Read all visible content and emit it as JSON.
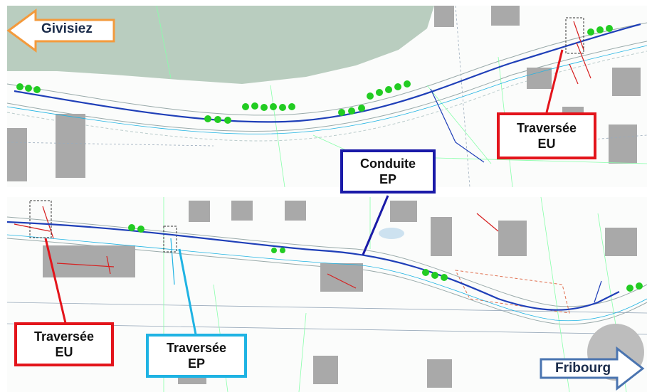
{
  "map": {
    "place_arrows": {
      "west": {
        "label": "Givisiez",
        "color": "#f39a3c"
      },
      "east": {
        "label": "Fribourg",
        "color": "#4a74b0"
      }
    },
    "labels": {
      "traversee_eu_top": {
        "line1": "Traversée",
        "line2": "EU",
        "color": "#e3141b"
      },
      "conduite_ep": {
        "line1": "Conduite",
        "line2": "EP",
        "color": "#1a1aa8"
      },
      "traversee_eu_bottom": {
        "line1": "Traversée",
        "line2": "EU",
        "color": "#e3141b"
      },
      "traversee_ep": {
        "line1": "Traversée",
        "line2": "EP",
        "color": "#1fb3e3"
      }
    },
    "colors": {
      "pipe": "#1f3fb8",
      "trees": "#22cc22",
      "buildings": "#a9a9a9",
      "field": "#b9cdbf",
      "sewer_red": "#d62020",
      "water_cyan": "#1fb3e3"
    }
  }
}
